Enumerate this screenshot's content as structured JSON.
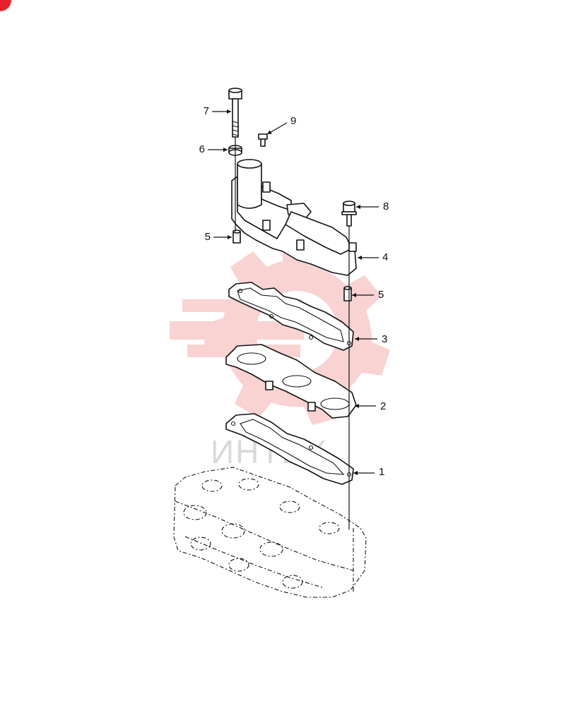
{
  "brand": {
    "accent": "#e8202a",
    "watermark_color": "#f2b8b8"
  },
  "watermark": {
    "text": "ИНТЕХ",
    "icon": "gear-logo-icon"
  },
  "callouts": [
    {
      "label": "1"
    },
    {
      "label": "2"
    },
    {
      "label": "3"
    },
    {
      "label": "4"
    },
    {
      "label": "5"
    },
    {
      "label": "5"
    },
    {
      "label": "6"
    },
    {
      "label": "7"
    },
    {
      "label": "8"
    },
    {
      "label": "9"
    }
  ]
}
